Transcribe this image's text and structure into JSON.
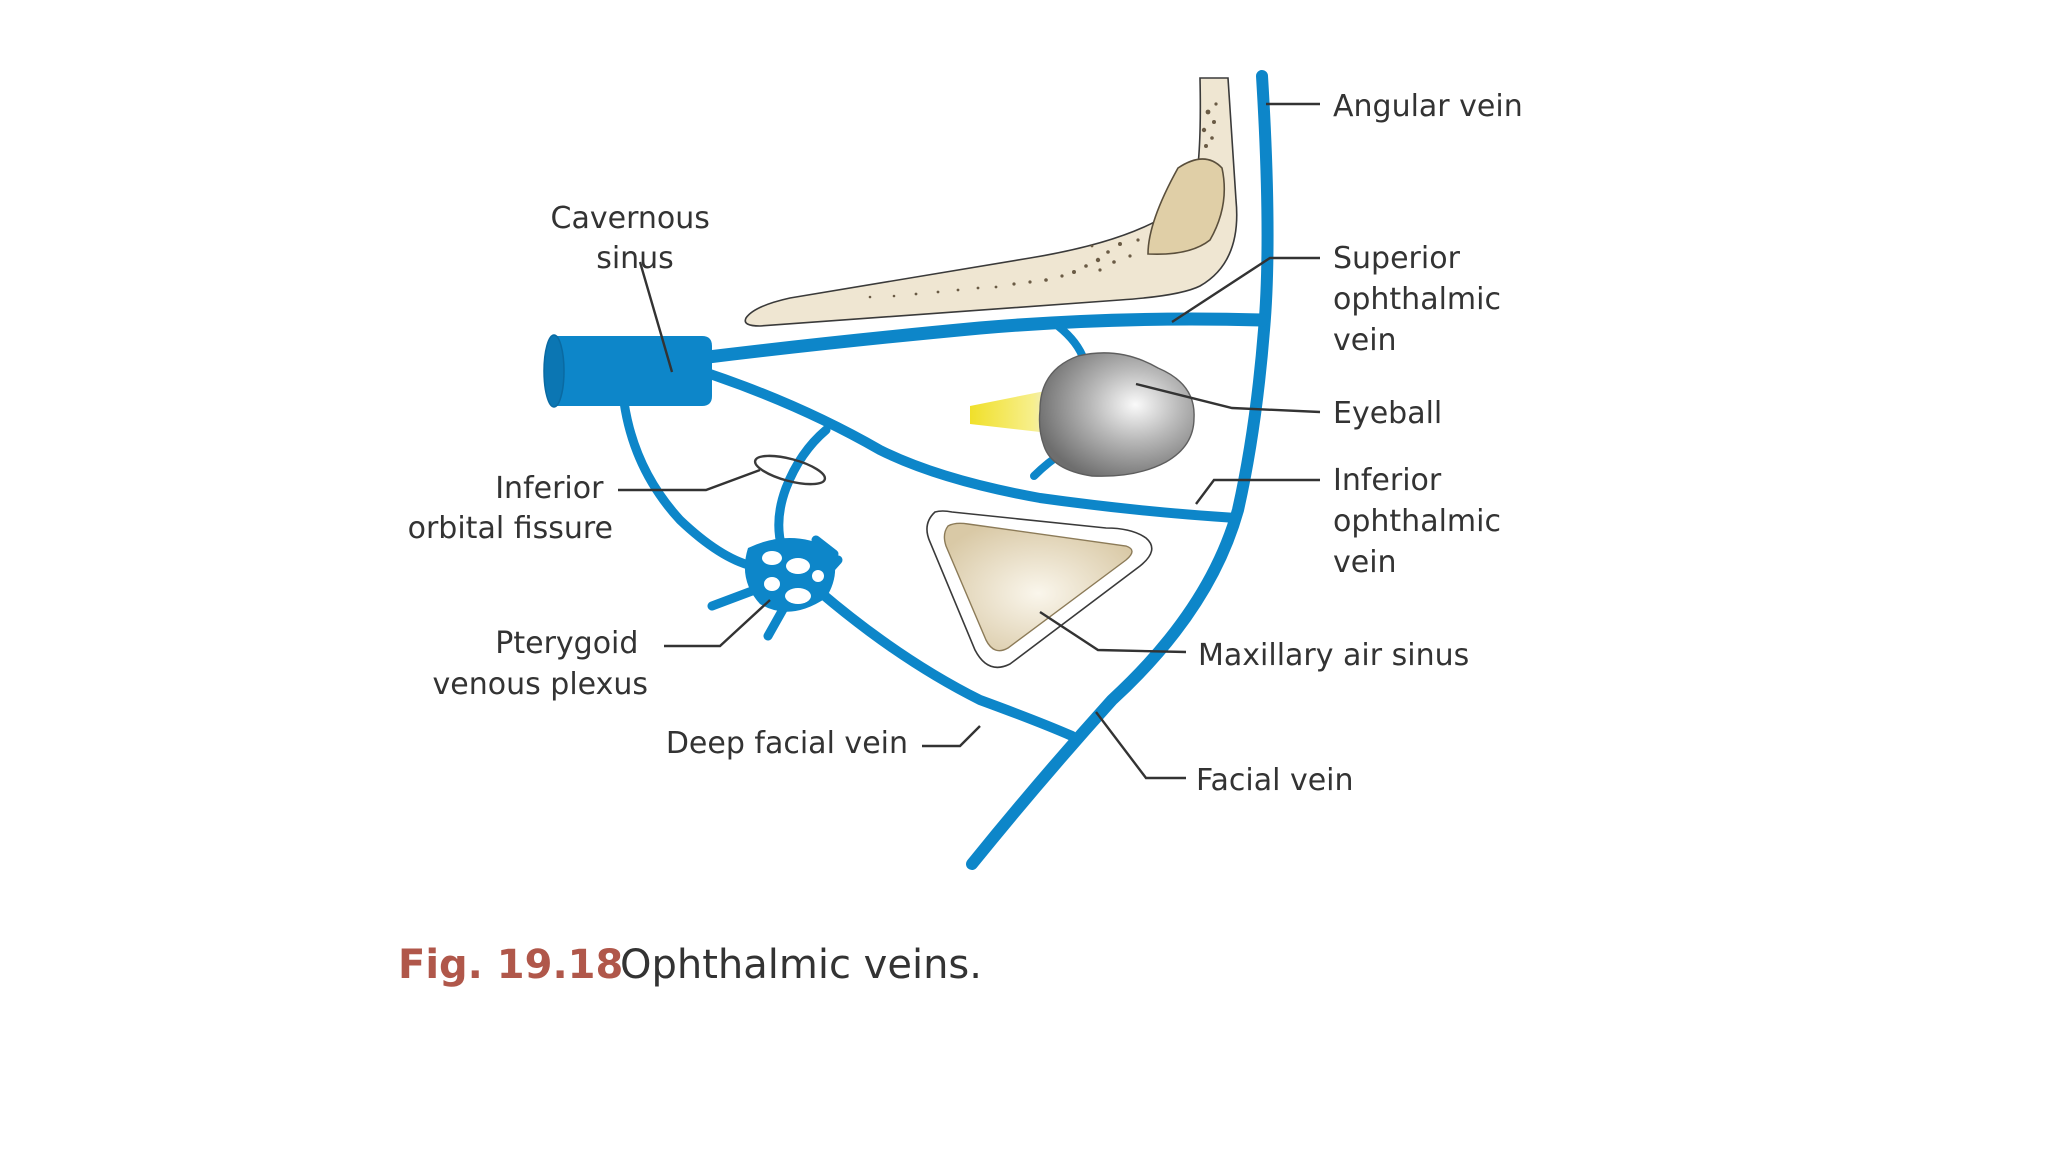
{
  "figure": {
    "labels": {
      "angular_vein": "Angular vein",
      "cavernous_sinus": [
        "Cavernous",
        "sinus"
      ],
      "superior_ophthalmic_vein": [
        "Superior",
        "ophthalmic",
        "vein"
      ],
      "eyeball": "Eyeball",
      "inferior_orbital_fissure": [
        "Inferior",
        "orbital fissure"
      ],
      "inferior_ophthalmic_vein": [
        "Inferior",
        "ophthalmic",
        "vein"
      ],
      "pterygoid_venous_plexus": [
        "Pterygoid",
        "venous plexus"
      ],
      "maxillary_air_sinus": "Maxillary air sinus",
      "deep_facial_vein": "Deep facial vein",
      "facial_vein": "Facial vein"
    },
    "caption": {
      "number": "Fig. 19.18",
      "text": "Ophthalmic veins."
    }
  },
  "colors": {
    "vein": "#0d86c9",
    "bone": "#efe6d2",
    "bone_outline": "#3a3a3a",
    "eyeball": "#9a9a9a",
    "optic_nerve": "#f2e233",
    "caption_number": "#b0574a",
    "text": "#333333"
  }
}
